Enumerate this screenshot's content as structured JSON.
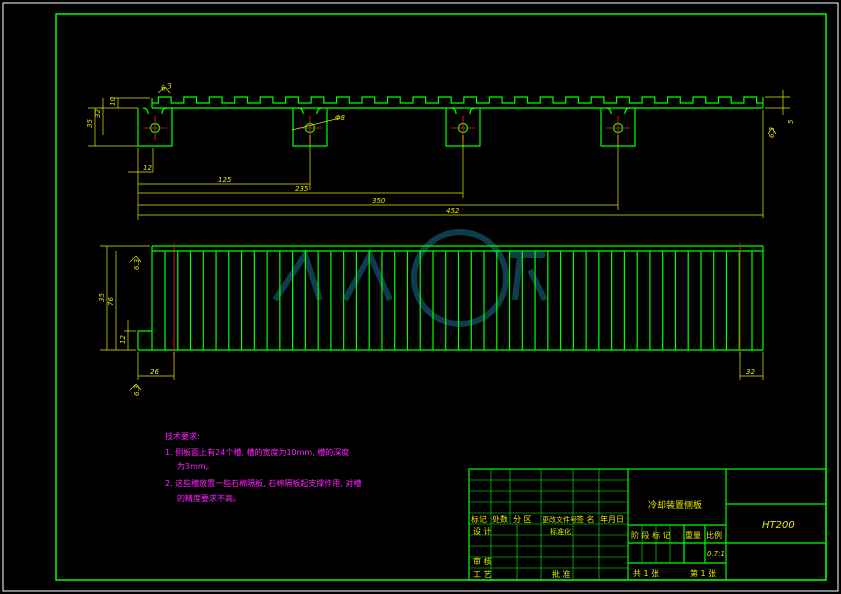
{
  "drawing": {
    "part_name": "冷却装置侧板",
    "material": "HT200",
    "scale": "0.7:1"
  },
  "dimensions_top": [
    "35",
    "32",
    "10",
    "5",
    "12",
    "125",
    "235",
    "350",
    "452",
    "Φ8"
  ],
  "dimensions_bottom": [
    "35",
    "76",
    "12",
    "26",
    "32"
  ],
  "roughness": [
    "6.3",
    "6.3",
    "6.3",
    "6.3"
  ],
  "notes": {
    "title": "技术要求:",
    "lines": [
      "1. 侧板面上有24个槽, 槽的宽度为10mm, 槽的深度",
      "为3mm。",
      "2. 这些槽放置一些石棉隔板, 石棉隔板起支撑作用, 对槽",
      "的精度要求不高。"
    ]
  },
  "title_block": {
    "row1": [
      "标记",
      "处数",
      "分 区",
      "更改文件号",
      "签 名",
      "年月日"
    ],
    "design": "设 计",
    "standardize": "标准化",
    "review": "审 核",
    "process": "工 艺",
    "approve": "批 准",
    "stage_mark": "阶 段 标 记",
    "weight": "重量",
    "scale_label": "比例",
    "sheets_total": "共 1 张",
    "sheet_no": "第 1 张"
  }
}
